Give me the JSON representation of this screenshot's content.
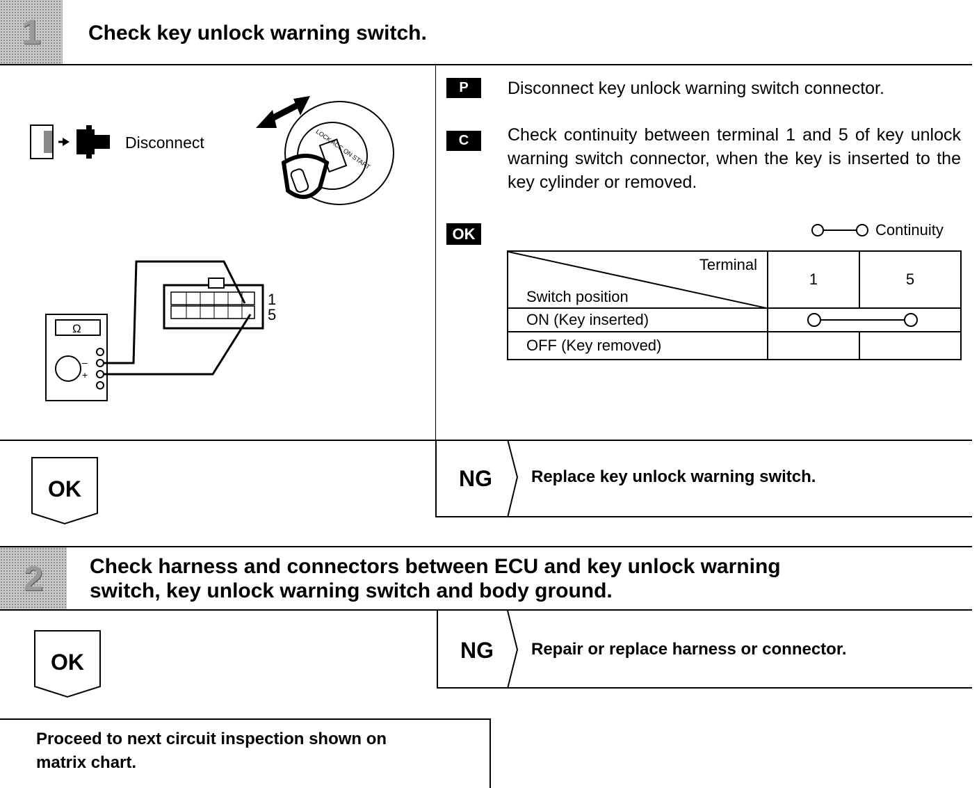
{
  "step1": {
    "number": "1",
    "title": "Check key unlock warning switch.",
    "illustration": {
      "disconnect_label": "Disconnect",
      "meter_symbol": "Ω",
      "meter_minus": "–",
      "meter_plus": "+",
      "terminal_top": "1",
      "terminal_bottom": "5",
      "cylinder_positions": "LOCK ACC ON START"
    },
    "instructions": [
      {
        "badge": "P",
        "text": "Disconnect key unlock warning switch connector."
      },
      {
        "badge": "C",
        "text": "Check continuity between terminal 1 and 5 of key unlock warning switch connector, when the key is inserted to the key cylinder or removed."
      }
    ],
    "ok_badge": "OK",
    "continuity_legend": "Continuity",
    "table": {
      "header_terminal": "Terminal",
      "header_position": "Switch position",
      "columns": [
        "1",
        "5"
      ],
      "rows": [
        {
          "label": "ON (Key inserted)",
          "continuity": true
        },
        {
          "label": "OFF (Key removed)",
          "continuity": false
        }
      ]
    },
    "ok_label": "OK",
    "ng_label": "NG",
    "ng_action": "Replace key unlock warning switch."
  },
  "step2": {
    "number": "2",
    "title_line1": "Check harness and connectors between ECU and key unlock warning",
    "title_line2": "switch, key unlock warning switch and body ground.",
    "ok_label": "OK",
    "ng_label": "NG",
    "ng_action": "Repair or replace harness or connector."
  },
  "final": {
    "line1": "Proceed to next circuit inspection shown on",
    "line2": "matrix chart."
  }
}
